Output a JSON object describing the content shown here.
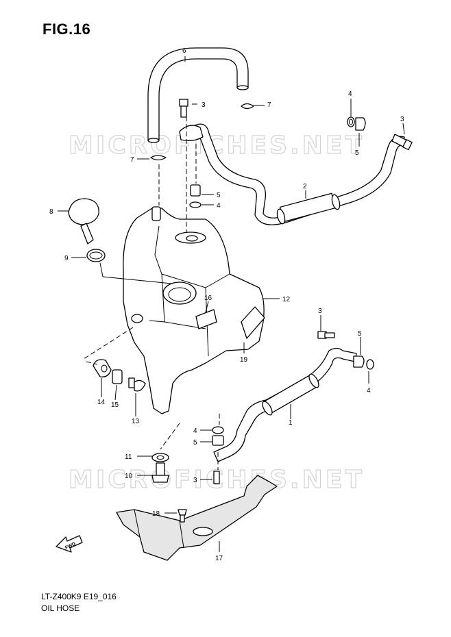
{
  "figure_title": "FIG.16",
  "footer": {
    "model_code": "LT-Z400K9 E19_016",
    "section_name": "OIL HOSE"
  },
  "watermark": "MICROFICHES.NET",
  "fwd_label": "FWD",
  "callouts": [
    "1",
    "2",
    "3",
    "4",
    "5",
    "6",
    "7",
    "8",
    "9",
    "10",
    "11",
    "12",
    "13",
    "14",
    "15",
    "16",
    "17",
    "18",
    "19"
  ]
}
